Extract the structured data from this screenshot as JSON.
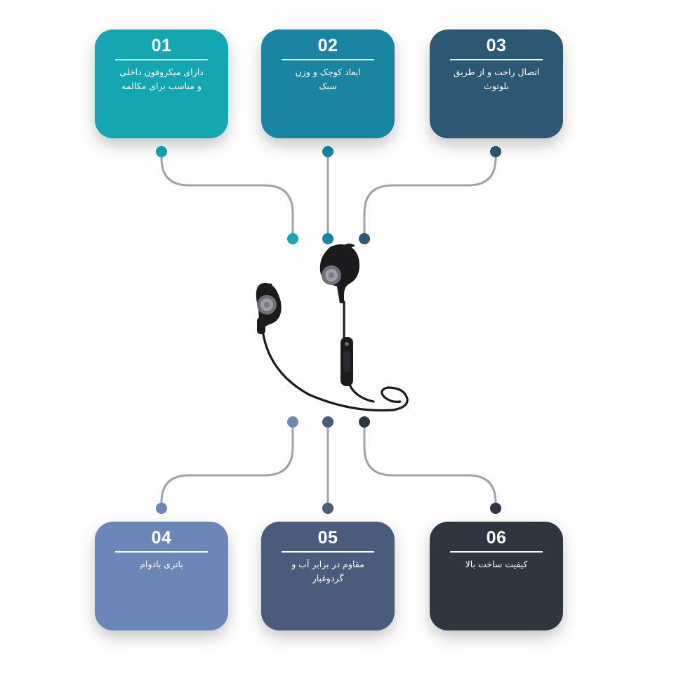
{
  "colors": {
    "connector_line": "#a3a3a3",
    "card_text": "#ffffff",
    "earphone": "#1b1b1d"
  },
  "cards": [
    {
      "number": "01",
      "text": "دارای میکروفون داخلی\nو مناسب برای مکالمه",
      "color": "#14a7b1"
    },
    {
      "number": "02",
      "text": "ابعاد کوچک و وزن\nسبک",
      "color": "#1985a3"
    },
    {
      "number": "03",
      "text": "اتصال راحت و از طریق\nبلوتوث",
      "color": "#2c5873"
    },
    {
      "number": "04",
      "text": "باتری بادوام",
      "color": "#6b87b8"
    },
    {
      "number": "05",
      "text": "مقاوم در برابر آب و\nگردوغبار",
      "color": "#4a5b7b"
    },
    {
      "number": "06",
      "text": "کیفیت ساخت بالا",
      "color": "#2e3642"
    }
  ],
  "product_image": {
    "icon": "bluetooth-earphones-icon"
  }
}
